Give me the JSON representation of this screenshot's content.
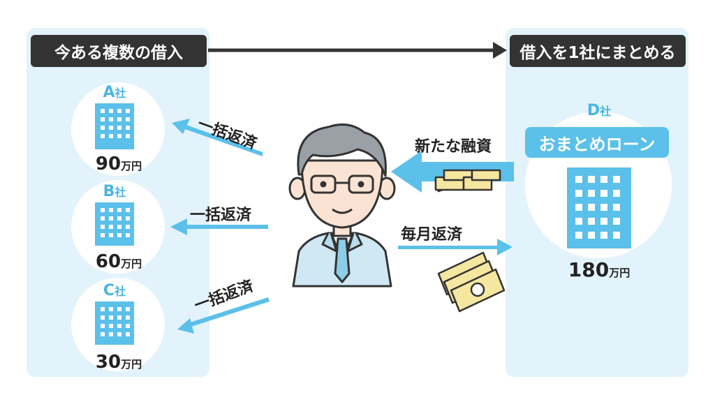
{
  "left_title": "今ある複数の借入",
  "right_title": "借入を1社にまとめる",
  "companies": [
    {
      "name": "A",
      "suffix": "社",
      "amount": "90",
      "unit": "万円"
    },
    {
      "name": "B",
      "suffix": "社",
      "amount": "60",
      "unit": "万円"
    },
    {
      "name": "C",
      "suffix": "社",
      "amount": "30",
      "unit": "万円"
    }
  ],
  "repay_label": "一括返済",
  "new_loan_label": "新たな融資",
  "monthly_label": "毎月返済",
  "consolidator": {
    "name": "D",
    "suffix": "社",
    "loan_label": "おまとめローン",
    "amount": "180",
    "unit": "万円"
  },
  "colors": {
    "panel": "#e3f3fb",
    "accent": "#49b5e3",
    "arrow": "#5bc0ea",
    "title_bg": "#333333",
    "money": "#f5e6a0"
  }
}
